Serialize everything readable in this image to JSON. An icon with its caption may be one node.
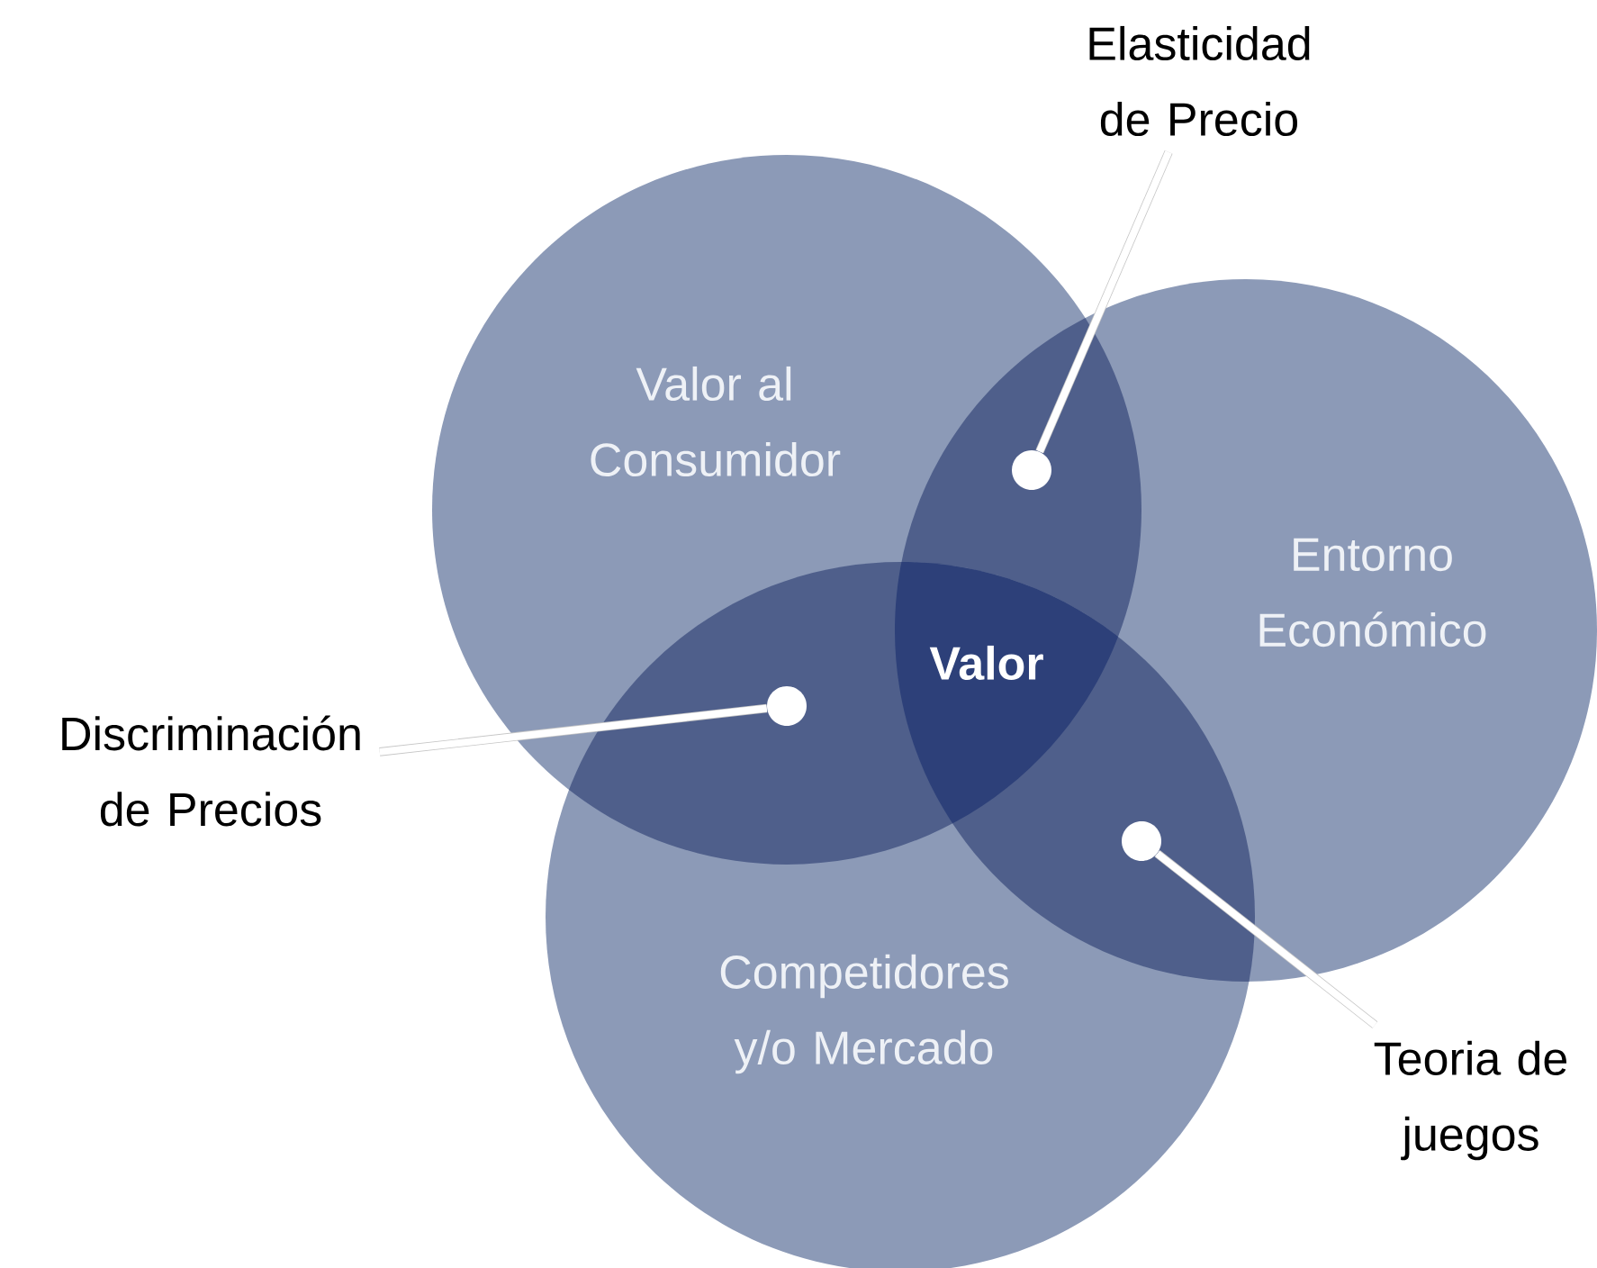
{
  "diagram": {
    "nodes": [
      {
        "text": [
          "Valor al Consumidor"
        ]
      },
      {
        "text": [
          "Entorno Económico"
        ]
      },
      {
        "text": [
          "Competidores y/o Mercado"
        ]
      },
      {
        "text": [
          "Elasticidad de Precio"
        ]
      },
      {
        "text": [],
        "shape": "circle"
      },
      {
        "text": [
          "Discriminación de Precios"
        ]
      },
      {
        "text": [],
        "shape": "circle"
      },
      {
        "text": [
          "Teoria de juegos"
        ]
      },
      {
        "text": [],
        "shape": "circle"
      }
    ],
    "edges": [
      {
        "from": 3,
        "to": 4,
        "arrow": "none"
      },
      {
        "from": 5,
        "to": 6,
        "arrow": "none"
      },
      {
        "from": 7,
        "to": 8,
        "arrow": "none"
      }
    ],
    "labels": [
      "Valor"
    ]
  }
}
